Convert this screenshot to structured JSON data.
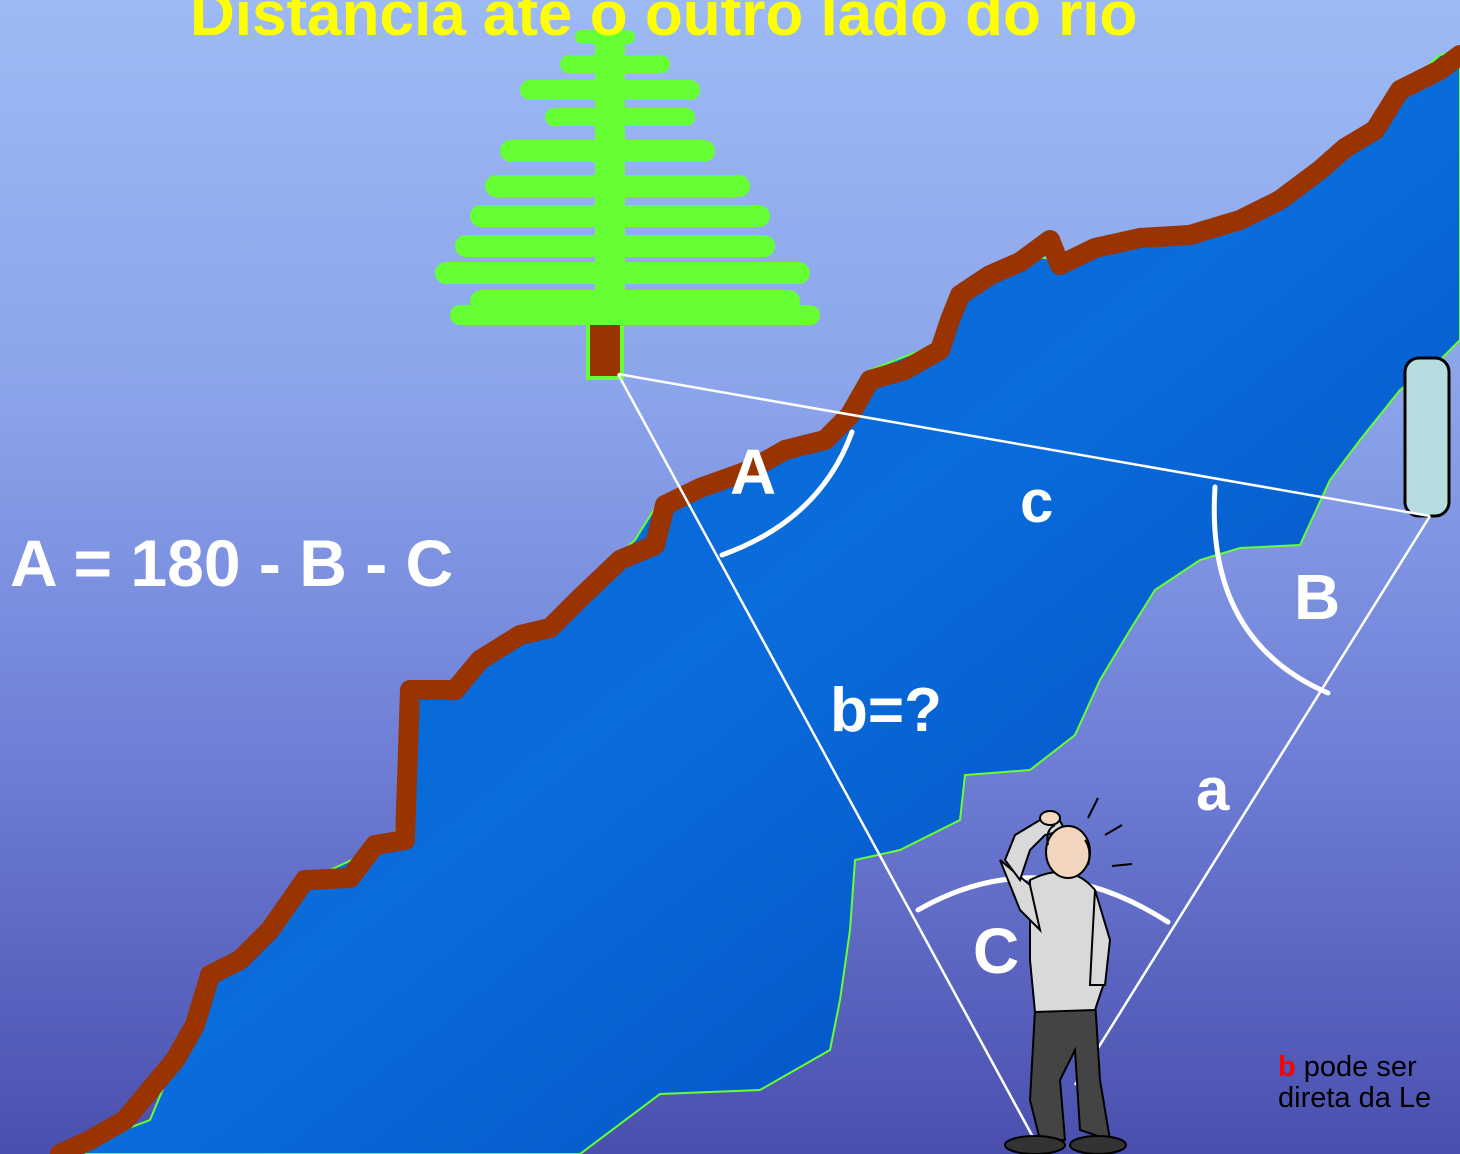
{
  "title": "Distância até o outro lado do rio",
  "formula": "A = 180 - B - C",
  "labels": {
    "angle_A": "A",
    "angle_B": "B",
    "angle_C": "C",
    "side_a": "a",
    "side_b": "b=?",
    "side_c": "c"
  },
  "note": {
    "highlight": "b",
    "line1": "pode ser",
    "line2": "direta da Le"
  },
  "colors": {
    "title": "#ffff00",
    "river": "#0a5fcf",
    "bank": "#993300",
    "tree": "#66ff33",
    "trunk": "#993300",
    "lines": "#ffffff",
    "note_highlight": "#ff0000"
  },
  "icons": [
    "tree-icon",
    "rock-post-icon",
    "thinking-person-icon"
  ]
}
